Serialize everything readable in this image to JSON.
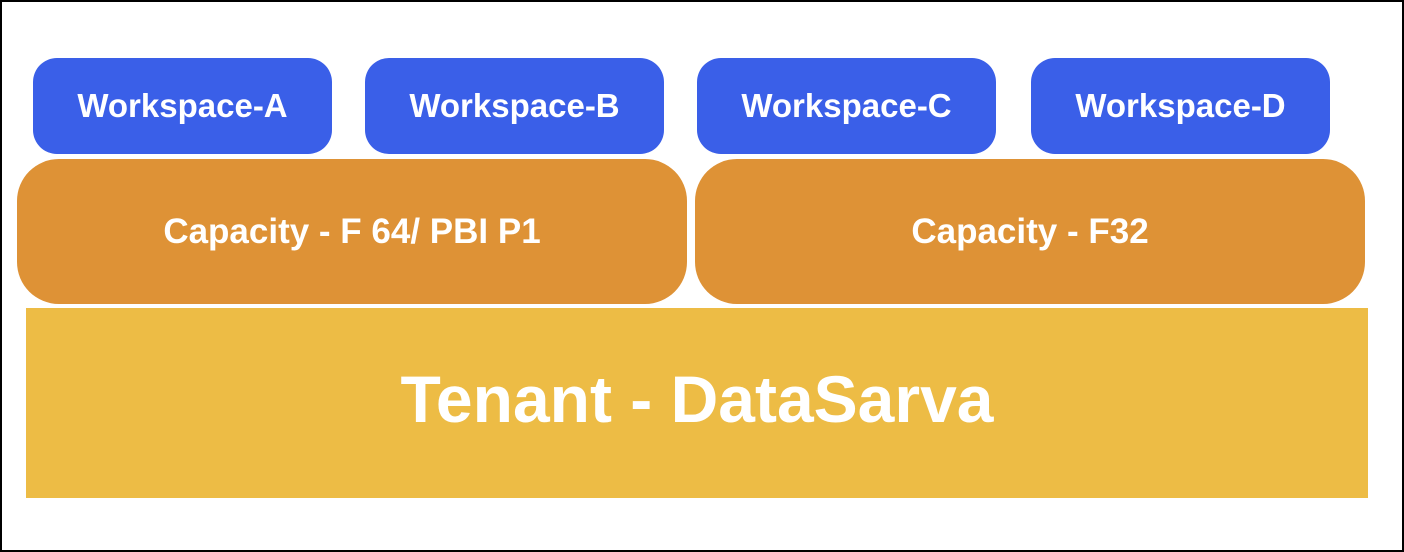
{
  "colors": {
    "workspace": "#3a5fe8",
    "capacity": "#de9236",
    "tenant": "#edbc45",
    "text": "#ffffff",
    "border": "#000000"
  },
  "workspaces": [
    {
      "label": "Workspace-A"
    },
    {
      "label": "Workspace-B"
    },
    {
      "label": "Workspace-C"
    },
    {
      "label": "Workspace-D"
    }
  ],
  "capacities": [
    {
      "label": "Capacity - F 64/ PBI P1"
    },
    {
      "label": "Capacity - F32"
    }
  ],
  "tenant": {
    "label": "Tenant - DataSarva"
  }
}
